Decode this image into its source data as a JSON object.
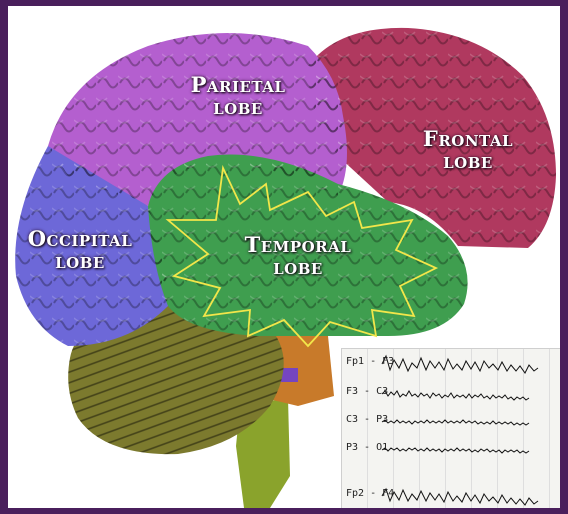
{
  "lobes": {
    "parietal": {
      "line1": "Parietal",
      "line2": "lobe"
    },
    "frontal": {
      "line1": "Frontal",
      "line2": "lobe"
    },
    "occipital": {
      "line1": "Occipital",
      "line2": "lobe"
    },
    "temporal": {
      "line1": "Temporal",
      "line2": "lobe"
    }
  },
  "colors": {
    "frame": "#4a1f5c",
    "parietal": "#b45fcf",
    "frontal": "#b0395f",
    "occipital": "#6d68d8",
    "temporal": "#3f9e4f",
    "cerebellum": "#7c7a2e",
    "brainstem": "#8aa32c",
    "seizure_outline": "#f2e64a"
  },
  "eeg": {
    "channels": [
      {
        "label": "Fp1 - F3"
      },
      {
        "label": "F3 - C3"
      },
      {
        "label": "C3 - P3"
      },
      {
        "label": "P3 - O1"
      },
      {
        "label": "Fp2 - F4"
      }
    ]
  }
}
